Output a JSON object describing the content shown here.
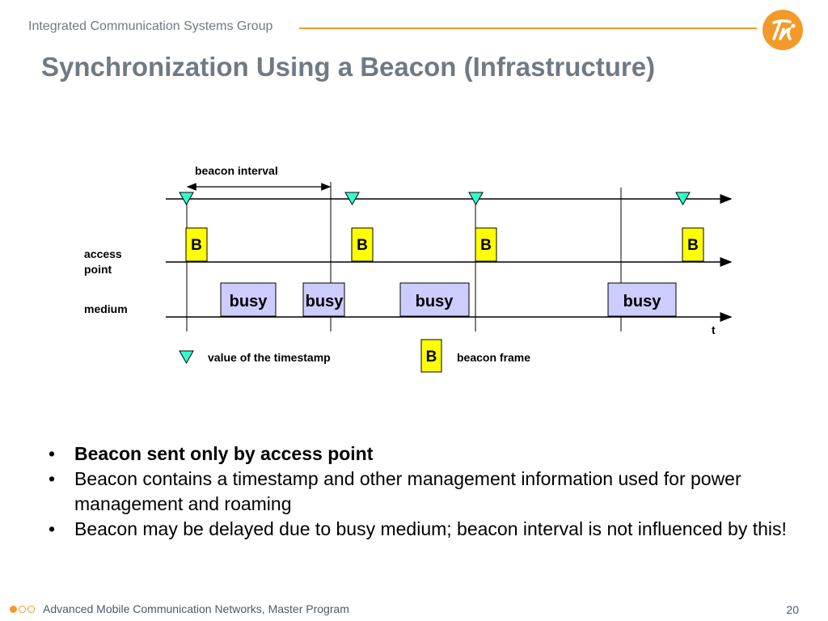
{
  "header": {
    "group_name": "Integrated Communication Systems Group",
    "accent_color": "#f39a2a",
    "logo_icon": "ti-logo-icon"
  },
  "slide": {
    "title": "Synchronization Using a Beacon (Infrastructure)"
  },
  "diagram": {
    "interval_label": "beacon interval",
    "ap_label_line1": "access",
    "ap_label_line2": "point",
    "medium_label": "medium",
    "time_label": "t",
    "beacon_letter": "B",
    "busy_label": "busy",
    "legend_timestamp": "value of the timestamp",
    "legend_beacon": "beacon frame",
    "beacon_fill": "#ffff00",
    "busy_fill": "#ccccff",
    "timestamp_fill": "#33ffcc",
    "beacons": [
      "B",
      "B",
      "B",
      "B"
    ],
    "busy_periods": [
      "busy",
      "busy",
      "busy",
      "busy"
    ],
    "timestamps_count": 4
  },
  "bullets": [
    "Beacon sent only by access point",
    "Beacon contains a timestamp and other management information used for power management and roaming",
    "Beacon may be delayed due to busy medium; beacon interval is not influenced by this!"
  ],
  "bullet_char": "•",
  "footer": {
    "program": "Advanced Mobile Communication Networks, Master Program",
    "page_number": "20"
  }
}
